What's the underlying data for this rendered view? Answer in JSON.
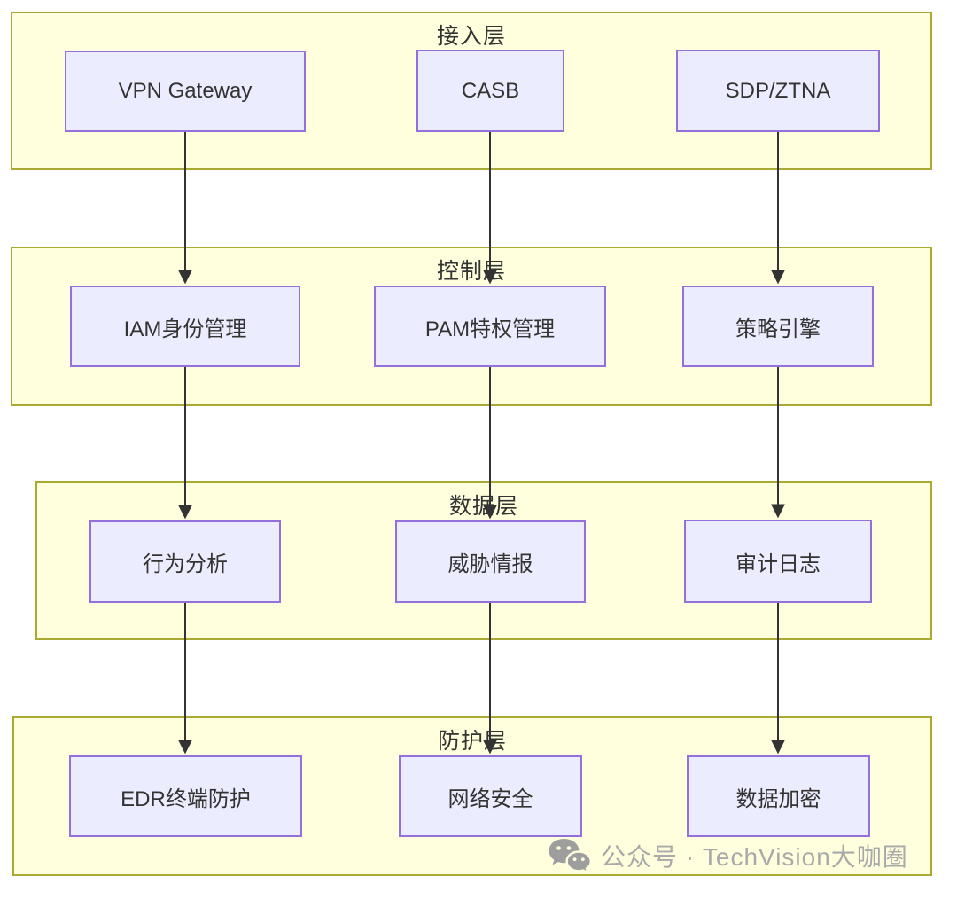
{
  "diagram": {
    "layers": [
      {
        "title": "接入层",
        "nodes": [
          {
            "label": "VPN Gateway"
          },
          {
            "label": "CASB"
          },
          {
            "label": "SDP/ZTNA"
          }
        ]
      },
      {
        "title": "控制层",
        "nodes": [
          {
            "label": "IAM身份管理"
          },
          {
            "label": "PAM特权管理"
          },
          {
            "label": "策略引擎"
          }
        ]
      },
      {
        "title": "数据层",
        "nodes": [
          {
            "label": "行为分析"
          },
          {
            "label": "威胁情报"
          },
          {
            "label": "审计日志"
          }
        ]
      },
      {
        "title": "防护层",
        "nodes": [
          {
            "label": "EDR终端防护"
          },
          {
            "label": "网络安全"
          },
          {
            "label": "数据加密"
          }
        ]
      }
    ],
    "edges": [
      {
        "from": "VPN Gateway",
        "to": "IAM身份管理"
      },
      {
        "from": "CASB",
        "to": "PAM特权管理"
      },
      {
        "from": "SDP/ZTNA",
        "to": "策略引擎"
      },
      {
        "from": "IAM身份管理",
        "to": "行为分析"
      },
      {
        "from": "PAM特权管理",
        "to": "威胁情报"
      },
      {
        "from": "策略引擎",
        "to": "审计日志"
      },
      {
        "from": "行为分析",
        "to": "EDR终端防护"
      },
      {
        "from": "威胁情报",
        "to": "网络安全"
      },
      {
        "from": "审计日志",
        "to": "数据加密"
      }
    ],
    "colors": {
      "layer_fill": "#ffffde",
      "layer_border": "#aaaa33",
      "node_fill": "#ececff",
      "node_border": "#9370db",
      "edge": "#333333",
      "text": "#333333"
    }
  },
  "watermark": {
    "icon": "wechat-icon",
    "text": "公众号 · TechVision大咖圈",
    "color": "#a9a9a9"
  }
}
